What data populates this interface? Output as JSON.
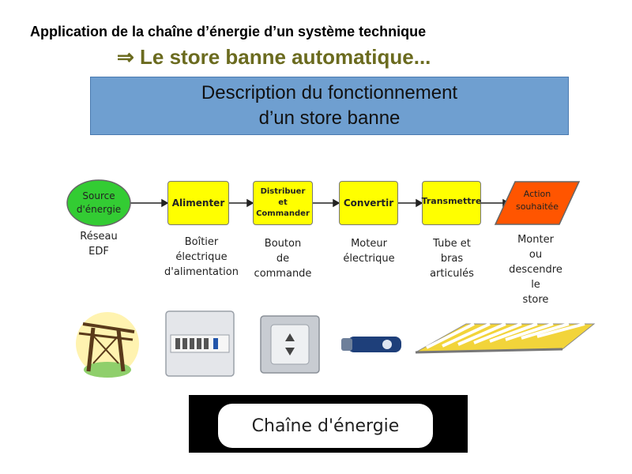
{
  "header": {
    "line1": "Application de la chaîne d’énergie d’un système technique",
    "line2": "⇒ Le store banne automatique..."
  },
  "banner": {
    "line1": "Description du fonctionnement",
    "line2": "d’un store banne"
  },
  "chain": {
    "source": {
      "label": "Source\nd'énergie",
      "caption": "Réseau\nEDF"
    },
    "steps": [
      {
        "label": "Alimenter",
        "caption": "Boîtier\nélectrique\nd'alimentation"
      },
      {
        "label": "Distribuer\net\nCommander",
        "caption": "Bouton\nde\ncommande"
      },
      {
        "label": "Convertir",
        "caption": "Moteur\nélectrique"
      },
      {
        "label": "Transmettre",
        "caption": "Tube et\nbras\narticulés"
      }
    ],
    "action": {
      "label": "Action\nsouhaitée",
      "caption": "Monter\nou\ndescendre\nle\nstore"
    }
  },
  "colors": {
    "source_fill": "#33cc33",
    "step_fill": "#ffff00",
    "action_fill": "#ff5500",
    "banner_fill": "#6f9fd0",
    "title_color": "#6b6b1f"
  },
  "footer": {
    "label": "Chaîne d'énergie"
  }
}
